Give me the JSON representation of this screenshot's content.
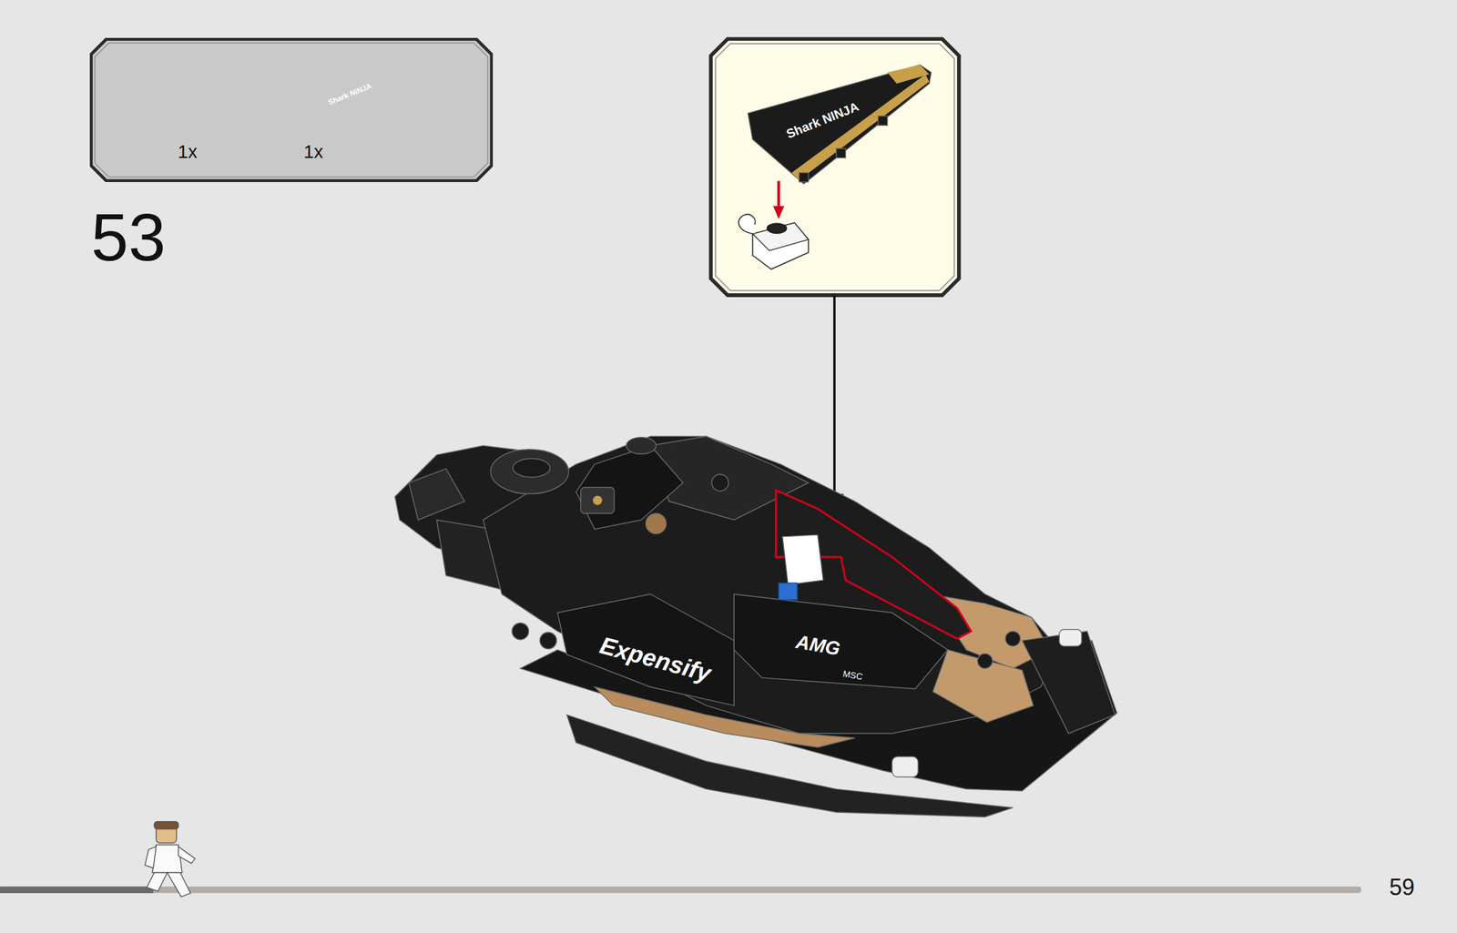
{
  "diagram": {
    "nodes": [
      {
        "text": [
          "1x",
          "1x"
        ]
      }
    ],
    "labels": [
      "53",
      "59",
      "Shark NINJA",
      "Shark NINJA",
      "Expensify",
      "AMG",
      "MSC"
    ]
  }
}
